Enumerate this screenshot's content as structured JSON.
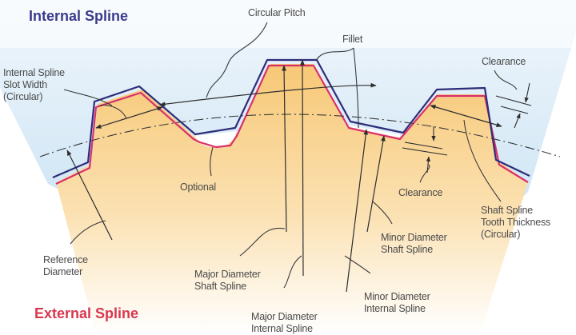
{
  "diagram": {
    "title_internal": "Internal Spline",
    "title_external": "External Spline",
    "labels": {
      "circular_pitch": "Circular Pitch",
      "fillet": "Fillet",
      "clearance_top": "Clearance",
      "slot_width": "Internal Spline\nSlot Width\n(Circular)",
      "optional": "Optional",
      "clearance_mid": "Clearance",
      "tooth_thickness": "Shaft Spline\nTooth Thickness\n(Circular)",
      "reference_diameter": "Reference\nDiameter",
      "major_shaft": "Major Diameter\nShaft Spline",
      "major_internal": "Major Diameter\nInternal Spline",
      "minor_shaft": "Minor Diameter\nShaft Spline",
      "minor_internal": "Minor Diameter\nInternal Spline"
    },
    "colors": {
      "internal_profile": "#2e2d7a",
      "external_profile": "#d9316b",
      "internal_fill": "#cfe6f5",
      "external_fill": "#f9cf86",
      "leader": "#3a3a3a",
      "label_text": "#4a4a4a",
      "title_internal": "#3b3a8c",
      "title_external": "#d8364f"
    }
  }
}
